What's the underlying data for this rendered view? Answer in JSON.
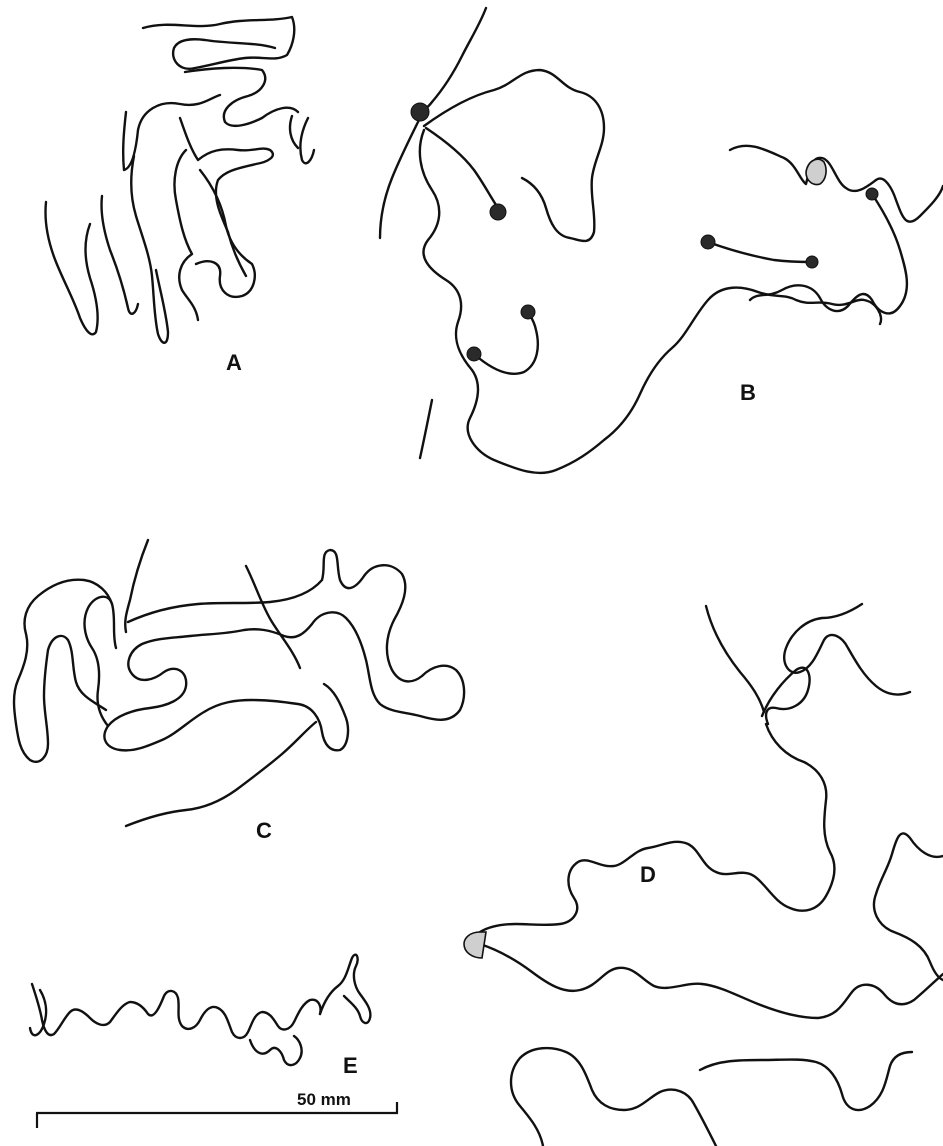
{
  "panels": {
    "a": {
      "label": "A"
    },
    "b": {
      "label": "B"
    },
    "c": {
      "label": "C"
    },
    "d": {
      "label": "D"
    },
    "e": {
      "label": "E"
    }
  },
  "scale_bar": {
    "label": "50 mm"
  }
}
